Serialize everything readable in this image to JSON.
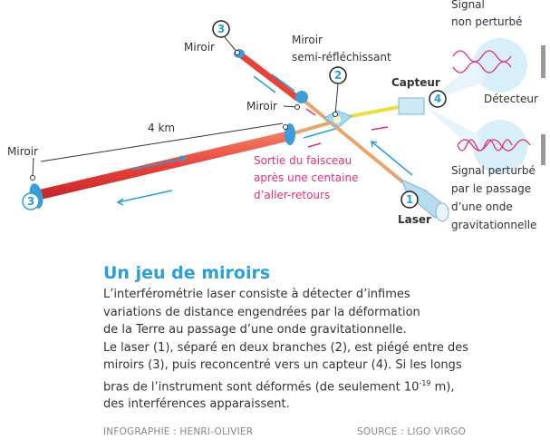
{
  "diagram": {
    "labels": {
      "mirror_top": "Miroir",
      "semi_mirror_line1": "Miroir",
      "semi_mirror_line2": "semi-réfléchissant",
      "sensor": "Capteur",
      "mirror_near": "Miroir",
      "distance": "4 km",
      "mirror_far": "Miroir",
      "beam_exit": [
        "Sortie du faisceau",
        "après une centaine",
        "d’aller-retours"
      ],
      "laser": "Laser",
      "signal_unperturbed": [
        "Signal",
        "non perturbé"
      ],
      "detector": "Détecteur",
      "signal_perturbed": [
        "Signal perturbé",
        "par le passage",
        "d’une onde",
        "gravitationnelle"
      ]
    },
    "markers": {
      "laser": "1",
      "semi_mirror": "2",
      "mirror_top": "3",
      "mirror_far": "3",
      "sensor": "4"
    },
    "colors": {
      "accent": "#2a9fd8",
      "beam": "#e0307a",
      "arm": "#e8433a",
      "laser_beam": "#e9a56a",
      "output_beam": "#e8e040"
    }
  },
  "article": {
    "title": "Un jeu de miroirs",
    "paragraph1": [
      "L’interférométrie laser consiste à détecter d’infimes",
      "variations de distance engendrées par la déformation",
      "de la Terre au passage d’une onde gravitationnelle."
    ],
    "paragraph2_lines": [
      "Le laser (1), séparé en deux branches (2), est piégé entre des",
      "miroirs (3), puis reconcentré vers un capteur (4). Si les longs"
    ],
    "paragraph2_line3_prefix": "bras de l’instrument sont déformés (de seulement 10",
    "paragraph2_exponent": "-19",
    "paragraph2_line3_suffix": " m),",
    "paragraph2_line4": "des interférences apparaissent."
  },
  "footer": {
    "credit": "INFOGRAPHIE : HENRI-OLIVIER",
    "source": "SOURCE : LIGO VIRGO"
  }
}
